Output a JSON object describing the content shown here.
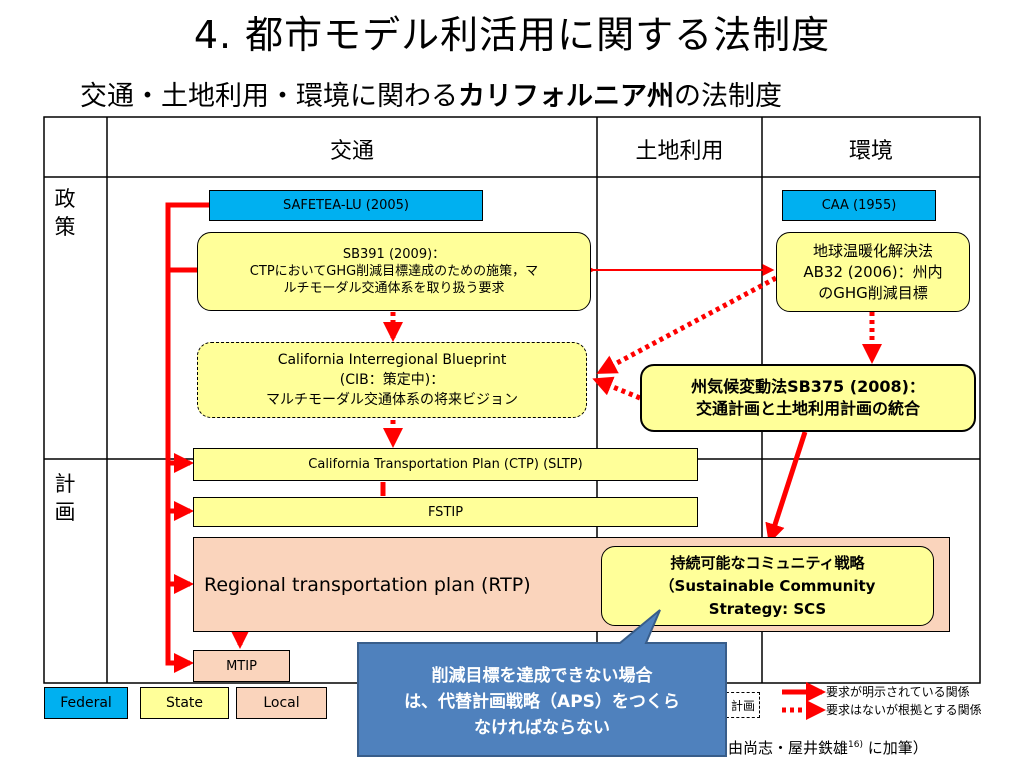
{
  "title": "4. 都市モデル利活用に関する法制度",
  "subtitle": {
    "prefix": "交通・土地利用・環境に関わる",
    "bold": "カリフォルニア州",
    "suffix": "の法制度"
  },
  "columns": {
    "transport": "交通",
    "landuse": "土地利用",
    "environment": "環境"
  },
  "rows": {
    "policy": "政策",
    "plan": "計画"
  },
  "boxes": {
    "safetea": "SAFETEA-LU (2005)",
    "caa": "CAA (1955)",
    "sb391_line1": "SB391 (2009)：",
    "sb391_line2": "CTPにおいてGHG削減目標達成のための施策，マ",
    "sb391_line3": "ルチモーダル交通体系を取り扱う要求",
    "ab32_line1": "地球温暖化解決法",
    "ab32_line2": "AB32 (2006)：州内",
    "ab32_line3": "のGHG削減目標",
    "cib_line1": "California Interregional Blueprint",
    "cib_line2": "(CIB：策定中)：",
    "cib_line3": "マルチモーダル交通体系の将来ビジョン",
    "sb375_line1": "州気候変動法SB375 (2008)：",
    "sb375_line2": "交通計画と土地利用計画の統合",
    "ctp": "California Transportation Plan (CTP) (SLTP)",
    "fstip": "FSTIP",
    "rtp": "Regional transportation plan (RTP)",
    "scs_line1": "持続可能なコミュニティ戦略",
    "scs_line2": "（Sustainable Community",
    "scs_line3": "Strategy: SCS",
    "mtip": "MTIP",
    "callout_line1": "削減目標を達成できない場合",
    "callout_line2": "は、代替計画戦略（APS）をつくら",
    "callout_line3": "なければならない"
  },
  "legend": {
    "federal": "Federal",
    "state": "State",
    "local": "Local",
    "plan_partial": "計画",
    "solid_label": "要求が明示されている関係",
    "dotted_label": "要求はないが根拠とする関係"
  },
  "source_partial": "由尚志・屋井鉄雄",
  "source_sup": "16)",
  "source_end": " に加筆）",
  "colors": {
    "federal": "#00b0f0",
    "state": "#ffff99",
    "local": "#fad4bc",
    "arrow": "#ff0000",
    "callout": "#4f81bd"
  }
}
